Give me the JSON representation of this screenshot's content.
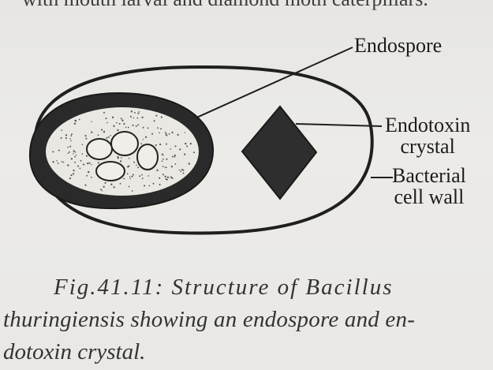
{
  "top_text": "with mouth larval and diamond moth caterpillars.",
  "labels": {
    "endospore": "Endospore",
    "endotoxin_line1": "Endotoxin",
    "endotoxin_line2": "crystal",
    "cell_wall_line1": "Bacterial",
    "cell_wall_line2": "cell wall"
  },
  "caption": {
    "line1": "Fig.41.11:   Structure of Bacillus",
    "line2": "thuringiensis showing an endospore and en-",
    "line3": "dotoxin crystal."
  },
  "colors": {
    "paper": "#ebeae6",
    "ink": "#1f1f1f",
    "crystal": "#2e2e2e"
  }
}
